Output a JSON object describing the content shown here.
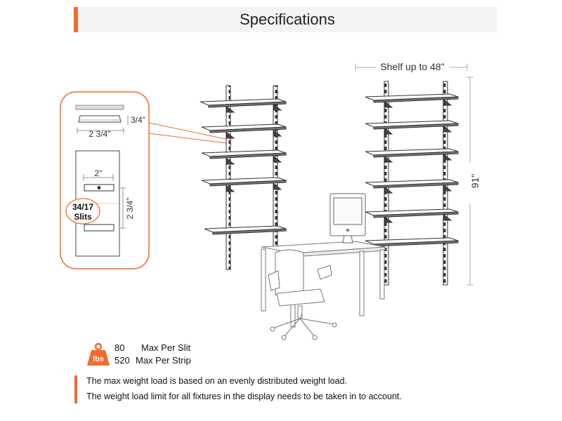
{
  "header": {
    "title": "Specifications",
    "accent_color": "#f26a2e"
  },
  "diagram": {
    "shelf_width_label": "Shelf up to 48\"",
    "height_label": "91\"",
    "detail": {
      "depth_label": "3/4\"",
      "width_label": "2 3/4\"",
      "slot_width_label": "2\"",
      "slot_spacing_label": "2 3/4\"",
      "slits_count": "34/17",
      "slits_word": "Slits"
    }
  },
  "weight": {
    "icon_text": "lbs",
    "rows": [
      {
        "value": "80",
        "label": "Max Per Slit"
      },
      {
        "value": "520",
        "label": "Max Per Strip"
      }
    ]
  },
  "notes": [
    "The max weight load is based on an evenly distributed weight load.",
    "The weight load limit for all fixtures in the display needs to be taken in to account."
  ]
}
